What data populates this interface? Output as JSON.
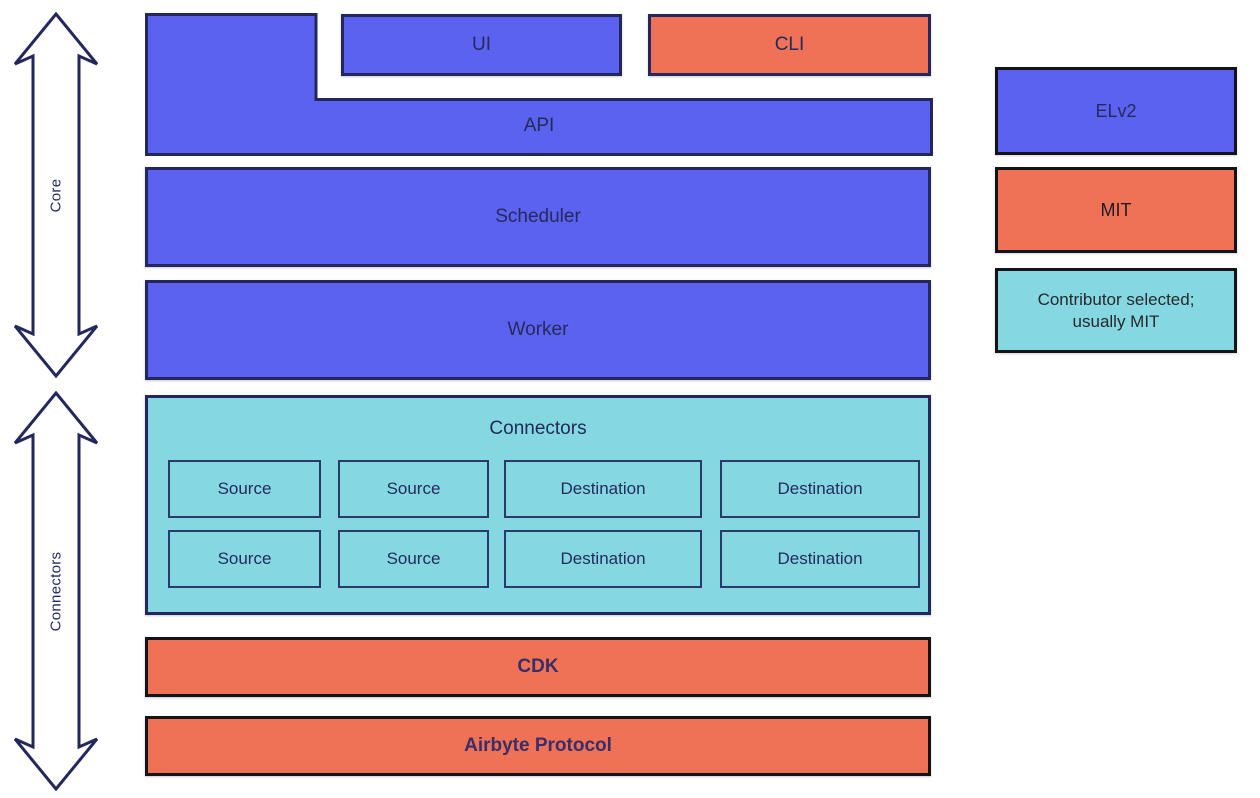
{
  "diagram": {
    "groups": [
      {
        "id": "core",
        "label": "Core"
      },
      {
        "id": "connectors",
        "label": "Connectors"
      }
    ],
    "top_row": {
      "ui_label": "UI",
      "cli_label": "CLI"
    },
    "api_label": "API",
    "scheduler_label": "Scheduler",
    "worker_label": "Worker",
    "connectors": {
      "title": "Connectors",
      "items": [
        "Source",
        "Source",
        "Destination",
        "Destination",
        "Source",
        "Source",
        "Destination",
        "Destination"
      ]
    },
    "cdk_label": "CDK",
    "protocol_label": "Airbyte Protocol"
  },
  "legend": {
    "items": [
      {
        "label": "ELv2",
        "color": "#5B62EF"
      },
      {
        "label": "MIT",
        "color": "#EF7257"
      },
      {
        "label": "Contributor selected; usually MIT",
        "color": "#85D8E2"
      }
    ]
  },
  "colors": {
    "blue": "#5B62EF",
    "coral": "#EF7257",
    "teal": "#85D8E2",
    "navy_border": "#23275B",
    "black_border": "#131318",
    "navy_text": "#252A5C"
  }
}
